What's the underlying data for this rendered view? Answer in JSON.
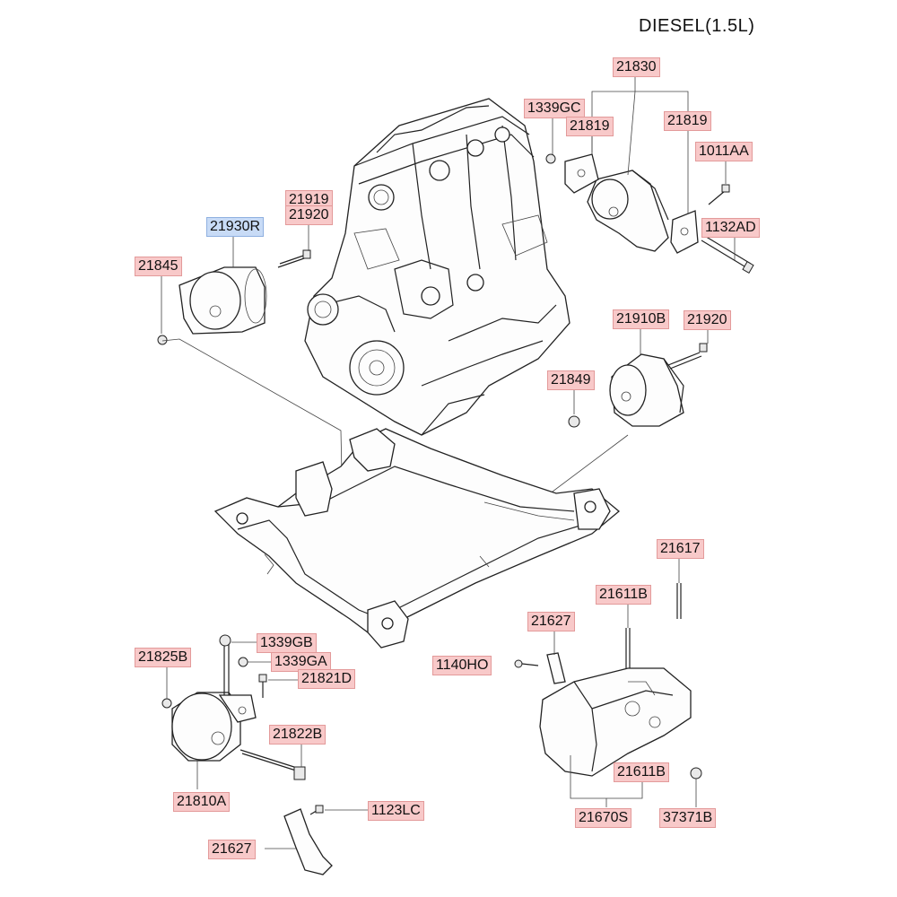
{
  "title": "DIESEL(1.5L)",
  "labels": {
    "l21830": "21830",
    "l1339GC": "1339GC",
    "l21819a": "21819",
    "l21819b": "21819",
    "l1011AA": "1011AA",
    "l1132AD": "1132AD",
    "l21919": "21919",
    "l21920a": "21920",
    "l21930R": "21930R",
    "l21845": "21845",
    "l21910B": "21910B",
    "l21920b": "21920",
    "l21849": "21849",
    "l21617": "21617",
    "l21611Ba": "21611B",
    "l21627a": "21627",
    "l1339GB": "1339GB",
    "l1339GA": "1339GA",
    "l21825B": "21825B",
    "l21821D": "21821D",
    "l1140HO": "1140HO",
    "l21822B": "21822B",
    "l21611Bb": "21611B",
    "l21810A": "21810A",
    "l37371B": "37371B",
    "l21670S": "21670S",
    "l1123LC": "1123LC",
    "l21627b": "21627"
  },
  "colors": {
    "label_fill": "#f8c9c9",
    "highlight_fill": "#c8dbf6"
  }
}
